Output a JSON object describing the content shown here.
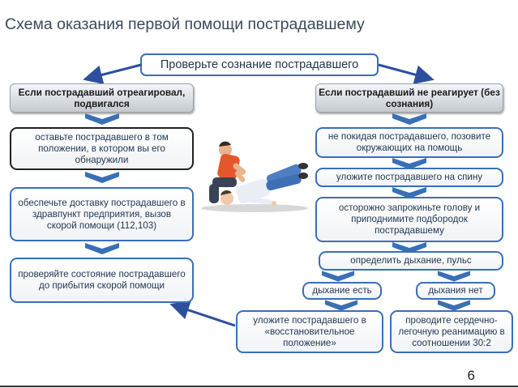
{
  "title": "Схема оказания первой помощи пострадавшему",
  "top_box": "Проверьте сознание пострадавшего",
  "left": {
    "header": "Если пострадавший отреагировал, подвигался",
    "steps": [
      "оставьте пострадавшего в том положении, в котором вы его обнаружили",
      "обеспечьте доставку пострадавшего в здравпункт предприятия, вызов скорой помощи (112,103)",
      "проверяйте состояние пострадавшего до прибытия скорой помощи"
    ]
  },
  "right": {
    "header": "Если пострадавший не реагирует (без сознания)",
    "steps": [
      "не покидая пострадавшего, позовите окружающих на помощь",
      "уложите пострадавшего на спину",
      "осторожно запрокиньте голову и приподнимите подбородок пострадавшему",
      "определить дыхание, пульс"
    ],
    "branch_yes": "дыхание есть",
    "branch_no": "дыхания нет",
    "result_yes": "уложите пострадавшего в «восстановительное положение»",
    "result_no": "проводите сердечно-легочную реанимацию в соотношении 30:2"
  },
  "page_number": "6",
  "colors": {
    "accent": "#3a6fb8",
    "arrow": "#2d4f9e",
    "title": "#3b4a5a"
  }
}
